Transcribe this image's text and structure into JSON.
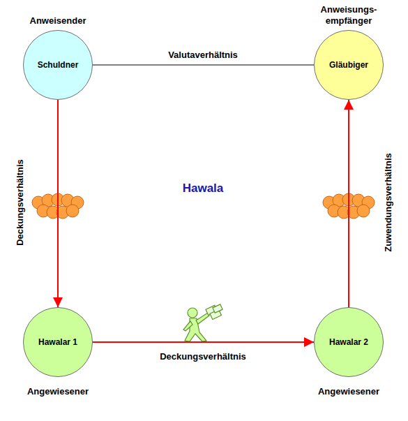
{
  "diagram": {
    "nodes": [
      {
        "text": [
          "Anweisender",
          "Schuldner"
        ]
      },
      {
        "text": [
          "Anweisungs- empfänger",
          "Gläubiger"
        ]
      },
      {
        "text": [
          "Hawalar 1",
          "Angewiesener"
        ]
      },
      {
        "text": [
          "Hawalar 2",
          "Angewiesener"
        ]
      }
    ],
    "edges": [
      {
        "from": 0,
        "to": 1,
        "label": "Valutaverhältnis",
        "arrow": "none"
      },
      {
        "from": 0,
        "to": 2,
        "label": "Deckungsverhältnis",
        "arrow": "to"
      },
      {
        "from": 2,
        "to": 3,
        "label": "Deckungsverhältnis",
        "arrow": "to"
      },
      {
        "from": 3,
        "to": 1,
        "label": "Zuwendungsverhältnis",
        "arrow": "to"
      }
    ],
    "labels": [
      "Hawala"
    ]
  }
}
